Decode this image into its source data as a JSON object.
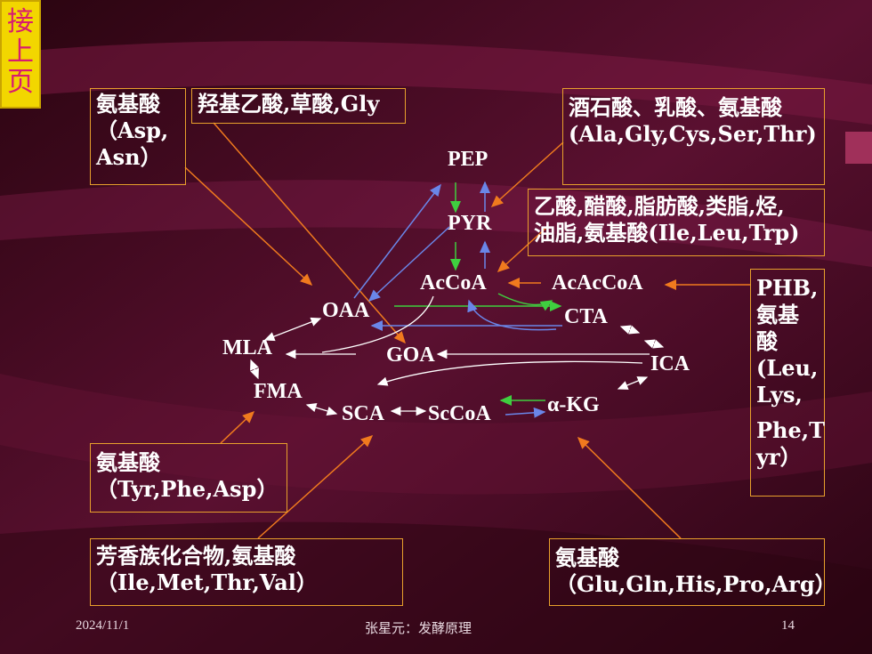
{
  "nav": {
    "label": [
      "接",
      "上",
      "页"
    ]
  },
  "boxes": {
    "amino_asp_line1": "氨基酸",
    "amino_asp_line2": "（Asp,",
    "amino_asp_line3": "Asn）",
    "glycolate": "羟基乙酸,草酸,Gly",
    "tartrate_line1": "酒石酸、乳酸、氨基酸",
    "tartrate_line2": "(Ala,Gly,Cys,Ser,Thr)",
    "acetate_line1": "乙酸,醋酸,脂肪酸,类脂,烃,",
    "acetate_line2": "油脂,氨基酸(Ile,Leu,Trp)",
    "phb_line1": "PHB,",
    "phb_line2": "氨基",
    "phb_line3": "酸",
    "phb_line4": "(Leu,",
    "phb_line5": "Lys,",
    "phb_line6": "Phe,T",
    "phb_line7": "yr）",
    "tyr_line1": "氨基酸",
    "tyr_line2": "（Tyr,Phe,Asp）",
    "aromatic_line1": "芳香族化合物,氨基酸",
    "aromatic_line2": "（Ile,Met,Thr,Val）",
    "glu_line1": "氨基酸",
    "glu_line2": "（Glu,Gln,His,Pro,Arg）"
  },
  "metabolites": {
    "pep": "PEP",
    "pyr": "PYR",
    "accoa": "AcCoA",
    "acaccoa": "AcAcCoA",
    "oaa": "OAA",
    "cta": "CTA",
    "mla": "MLA",
    "goa": "GOA",
    "ica": "ICA",
    "fma": "FMA",
    "sca": "SCA",
    "sccoa": "ScCoA",
    "akg": "α-KG"
  },
  "footer": {
    "date": "2024/11/1",
    "author": "张星元：发酵原理",
    "page": "14"
  },
  "colors": {
    "background": "#3a0718",
    "box_border": "#e8a02c",
    "orange_arrow": "#f07a1e",
    "blue_arrow": "#6a86e8",
    "green_arrow": "#3fcf3f",
    "white_arrow": "#ffffff",
    "nav_bg": "#f2d600",
    "nav_text": "#d81b70"
  }
}
